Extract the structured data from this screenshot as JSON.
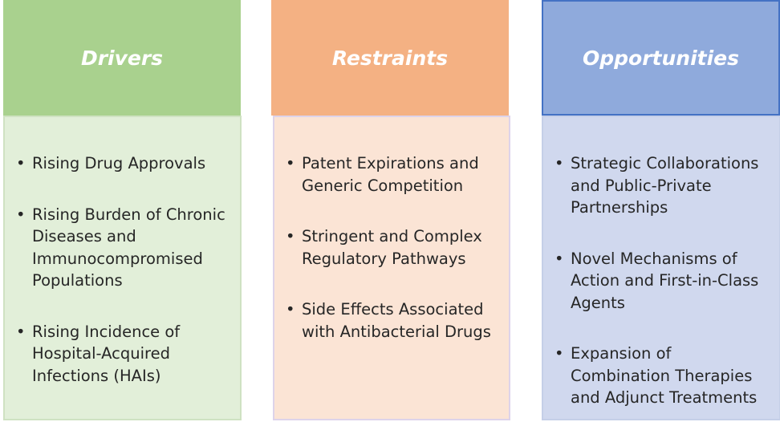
{
  "columns": [
    {
      "title": "Drivers",
      "items": [
        "Rising Drug Approvals",
        "Rising Burden of Chronic Diseases and Immunocompromised Populations",
        "Rising Incidence of Hospital-Acquired Infections (HAIs)"
      ]
    },
    {
      "title": "Restraints",
      "items": [
        "Patent Expirations and Generic Competition",
        "Stringent and Complex Regulatory Pathways",
        "Side Effects Associated with Antibacterial Drugs"
      ]
    },
    {
      "title": "Opportunities",
      "items": [
        "Strategic Collaborations and Public-Private Partnerships",
        "Novel Mechanisms of Action and First-in-Class Agents",
        "Expansion of Combination Therapies and Adjunct Treatments"
      ]
    }
  ],
  "colors": {
    "drivers_header": "#a9d18e",
    "drivers_body": "#e2efd9",
    "restraints_header": "#f4b183",
    "restraints_body": "#fbe4d5",
    "opportunities_header": "#8faadc",
    "opportunities_body": "#d0d8ee"
  }
}
